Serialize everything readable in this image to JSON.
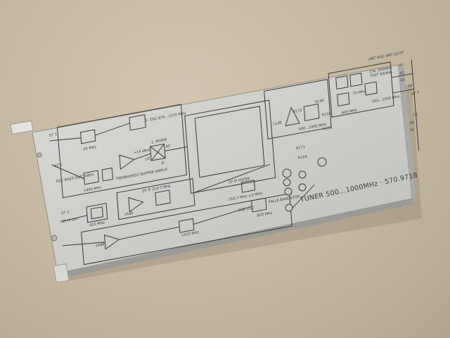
{
  "board": {
    "title": "TUNER 500...1000MHz · 570.9718",
    "labels": {
      "st1": "ST 1",
      "st2": "ST 2",
      "st3": "ST 3",
      "st7": "ST 7",
      "osc_level": "OSC 8GE3 OUT 0dBm",
      "if_out": "ZF IF OUT",
      "osc1": "1. OSC 870...1370 MHz",
      "filter_65": "65 MHz",
      "filter_1400": "1400 MHz",
      "level_14": "+14 dBm",
      "mixer": "1. MIXER",
      "rf": "RF",
      "lo": "LO",
      "if": "IF",
      "buffer": "TRENNVERST BUFFER AMPLIF",
      "if_amp": "ZF IF 310.7 MHz",
      "gain_14": "14dB",
      "zf_filter": "ZF IF FILTER",
      "zf_freq": "310,7 MHz ±3 MHz",
      "filter_410": "410 MHz",
      "gain_14b": "14dB",
      "filter_1020": "1020 MHz",
      "osc2": "OSZ OSC",
      "falle": "FALLE BANDSTOP",
      "falle_freq": "820 MHz",
      "preamp_11": "11dB",
      "range_500": "500...1000 MHz",
      "r173": "R173",
      "r145": "R145",
      "r158": "R158",
      "r171": "R171",
      "r156": "R156",
      "r166": "R166",
      "ant_agc": "ANT AGC ANT OUTP",
      "cal": "CAL 300MHz",
      "test_signal": "TEST SIGNAL",
      "freq_70": "70 MHz",
      "freq_600": "600 MHz",
      "freq_500_1000": "500...1000 MHz",
      "a1": "A1",
      "a3": "A3",
      "a5": "A5",
      "a6": "A6",
      "a2": "A2",
      "a10": "10",
      "a23": "23"
    }
  },
  "colors": {
    "panel": "#cfd0cc",
    "line": "#3a3a3a",
    "background": "#c4b7a1"
  }
}
